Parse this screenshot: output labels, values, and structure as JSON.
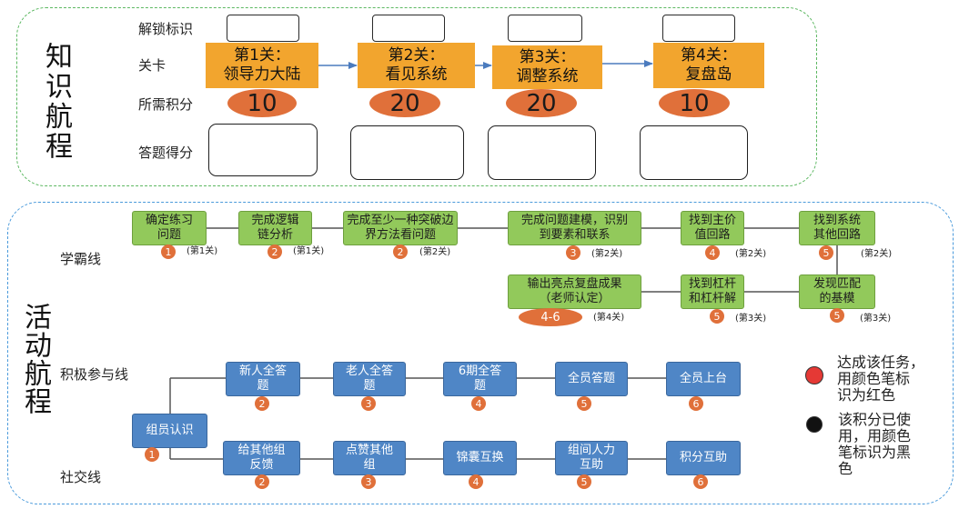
{
  "knowledge": {
    "title": "知识航程",
    "row_labels": {
      "unlock": "解锁标识",
      "level": "关卡",
      "points": "所需积分",
      "score": "答题得分"
    },
    "levels": [
      {
        "name": "第1关：\n领导力大陆",
        "points": "10"
      },
      {
        "name": "第2关：\n看见系统",
        "points": "20"
      },
      {
        "name": "第3关：\n调整系统",
        "points": "20"
      },
      {
        "name": "第4关：\n复盘岛",
        "points": "10"
      }
    ]
  },
  "activity": {
    "title": "活动航程",
    "track_labels": {
      "study": "学霸线",
      "participation": "积极参与线",
      "social": "社交线"
    },
    "study_tasks": [
      {
        "text": "确定练习\n问题",
        "points": "1",
        "level": "(第1关)"
      },
      {
        "text": "完成逻辑\n链分析",
        "points": "2",
        "level": "(第1关)"
      },
      {
        "text": "完成至少一种突破边\n界方法看问题",
        "points": "2",
        "level": "(第2关)"
      },
      {
        "text": "完成问题建模，识别\n到要素和联系",
        "points": "3",
        "level": "(第2关)"
      },
      {
        "text": "找到主价\n值回路",
        "points": "4",
        "level": "(第2关)"
      },
      {
        "text": "找到系统\n其他回路",
        "points": "5",
        "level": "(第2关)"
      },
      {
        "text": "发现匹配\n的基模",
        "points": "5",
        "level": "(第3关)"
      },
      {
        "text": "找到杠杆\n和杠杆解",
        "points": "5",
        "level": "(第3关)"
      },
      {
        "text": "输出亮点复盘成果\n（老师认定）",
        "points": "4-6",
        "level": "(第4关)"
      }
    ],
    "start_task": {
      "text": "组员认识",
      "points": "1"
    },
    "participation_tasks": [
      {
        "text": "新人全答\n题",
        "points": "2"
      },
      {
        "text": "老人全答\n题",
        "points": "3"
      },
      {
        "text": "6期全答\n题",
        "points": "4"
      },
      {
        "text": "全员答题",
        "points": "5"
      },
      {
        "text": "全员上台",
        "points": "6"
      }
    ],
    "social_tasks": [
      {
        "text": "给其他组\n反馈",
        "points": "2"
      },
      {
        "text": "点赞其他\n组",
        "points": "3"
      },
      {
        "text": "锦囊互换",
        "points": "4"
      },
      {
        "text": "组间人力\n互助",
        "points": "5"
      },
      {
        "text": "积分互助",
        "points": "6"
      }
    ]
  },
  "legend": [
    {
      "marker_color": "#E53935",
      "text": "达成该任务，\n用颜色笔标\n识为红色"
    },
    {
      "marker_color": "#111111",
      "text": "该积分已使\n用，用颜色\n笔标识为黑\n色"
    }
  ],
  "colors": {
    "knowledge_frame": "#5DB862",
    "activity_frame": "#4A9ADB",
    "level_card": "#F2A52E",
    "points_fill": "#E0703A",
    "study_task": "#92C95B",
    "blue_task": "#4F86C6",
    "arrow": "#4B7BBE",
    "connector": "#555555"
  }
}
